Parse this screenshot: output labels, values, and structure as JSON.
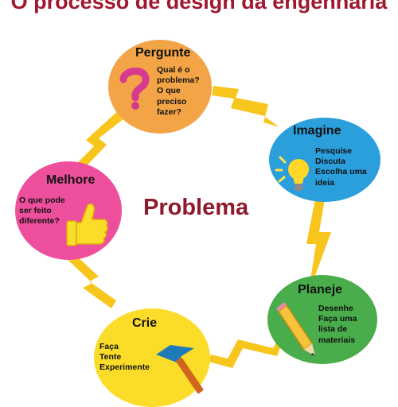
{
  "title": "O processo de design da engenharia",
  "center_label": "Problema",
  "colors": {
    "title": "#a0182e",
    "center": "#8e1a2b",
    "lightning": "#f7c51c",
    "pergunte": "#f3a447",
    "imagine": "#2a9fdc",
    "planeje": "#48ad4a",
    "crie": "#fbdc28",
    "melhore": "#ee4f9c"
  },
  "steps": {
    "pergunte": {
      "title": "Pergunte",
      "lines": [
        "Qual é o",
        "problema?",
        "O que",
        "preciso",
        "fazer?"
      ],
      "icon": "question-mark-icon"
    },
    "imagine": {
      "title": "Imagine",
      "lines": [
        "Pesquise",
        "Discuta",
        "Escolha uma",
        "ideia"
      ],
      "icon": "lightbulb-icon"
    },
    "planeje": {
      "title": "Planeje",
      "lines": [
        "Desenhe",
        "Faça uma",
        "lista de",
        "materiais"
      ],
      "icon": "pencil-icon"
    },
    "crie": {
      "title": "Crie",
      "lines": [
        "Faça",
        "Tente",
        "Experimente"
      ],
      "icon": "hammer-icon"
    },
    "melhore": {
      "title": "Melhore",
      "lines": [
        "O que pode",
        "ser feito",
        "diferente?"
      ],
      "icon": "thumbs-up-icon"
    }
  }
}
